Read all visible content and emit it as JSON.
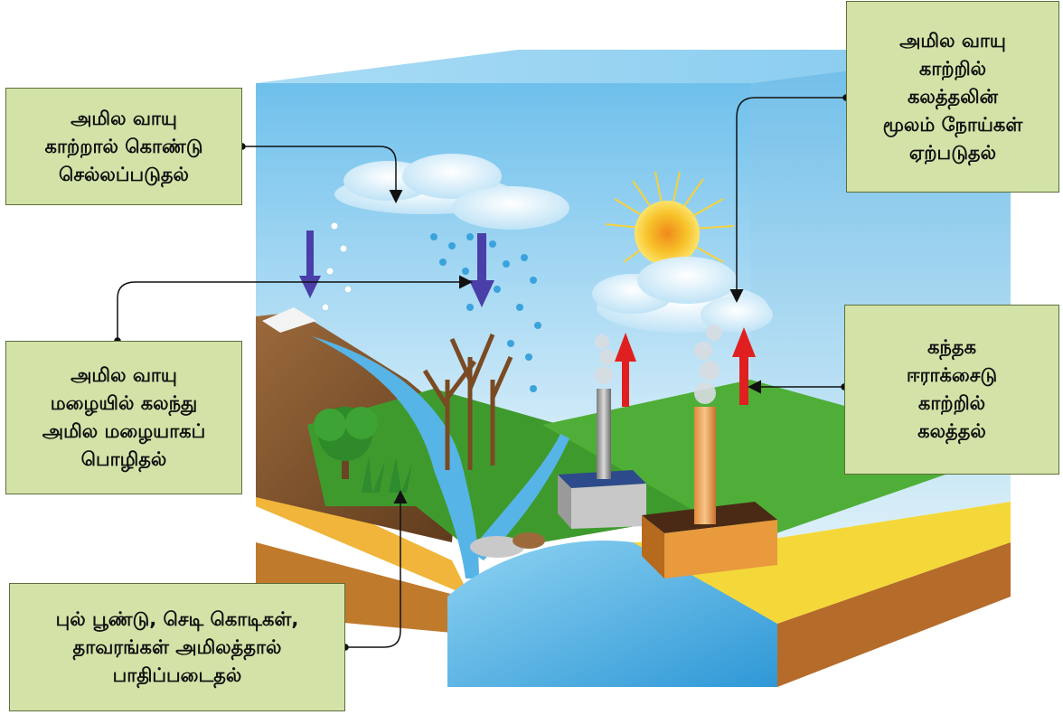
{
  "callouts": {
    "wind_transport": "அமில வாயு\nகாற்றால் கொண்டு\nசெல்லப்படுதல்",
    "diseases": "அமில வாயு\nகாற்றில்\nகலத்தலின்\nமூலம் நோய்கள்\nஏற்படுதல்",
    "acid_rain": "அமில வாயு\nமழையில் கலந்து\nஅமில மழையாகப்\nபொழிதல்",
    "so2_mixing": "கந்தக\nஈராக்சைடு\nகாற்றில்\nகலத்தல்",
    "plants_affected": "புல் பூண்டு, செடி கொடிகள்,\nதாவரங்கள் அமிலத்தால்\nபாதிப்படைதல்"
  },
  "colors": {
    "callout_fill": "#d3e3a8",
    "callout_border": "#5d6e3a",
    "sky": "#7ec8ee",
    "grass": "#3f9a2e",
    "water": "#4aaee0",
    "smoke_arrow": "#e02020",
    "rain_arrow": "#4a3fa8"
  }
}
